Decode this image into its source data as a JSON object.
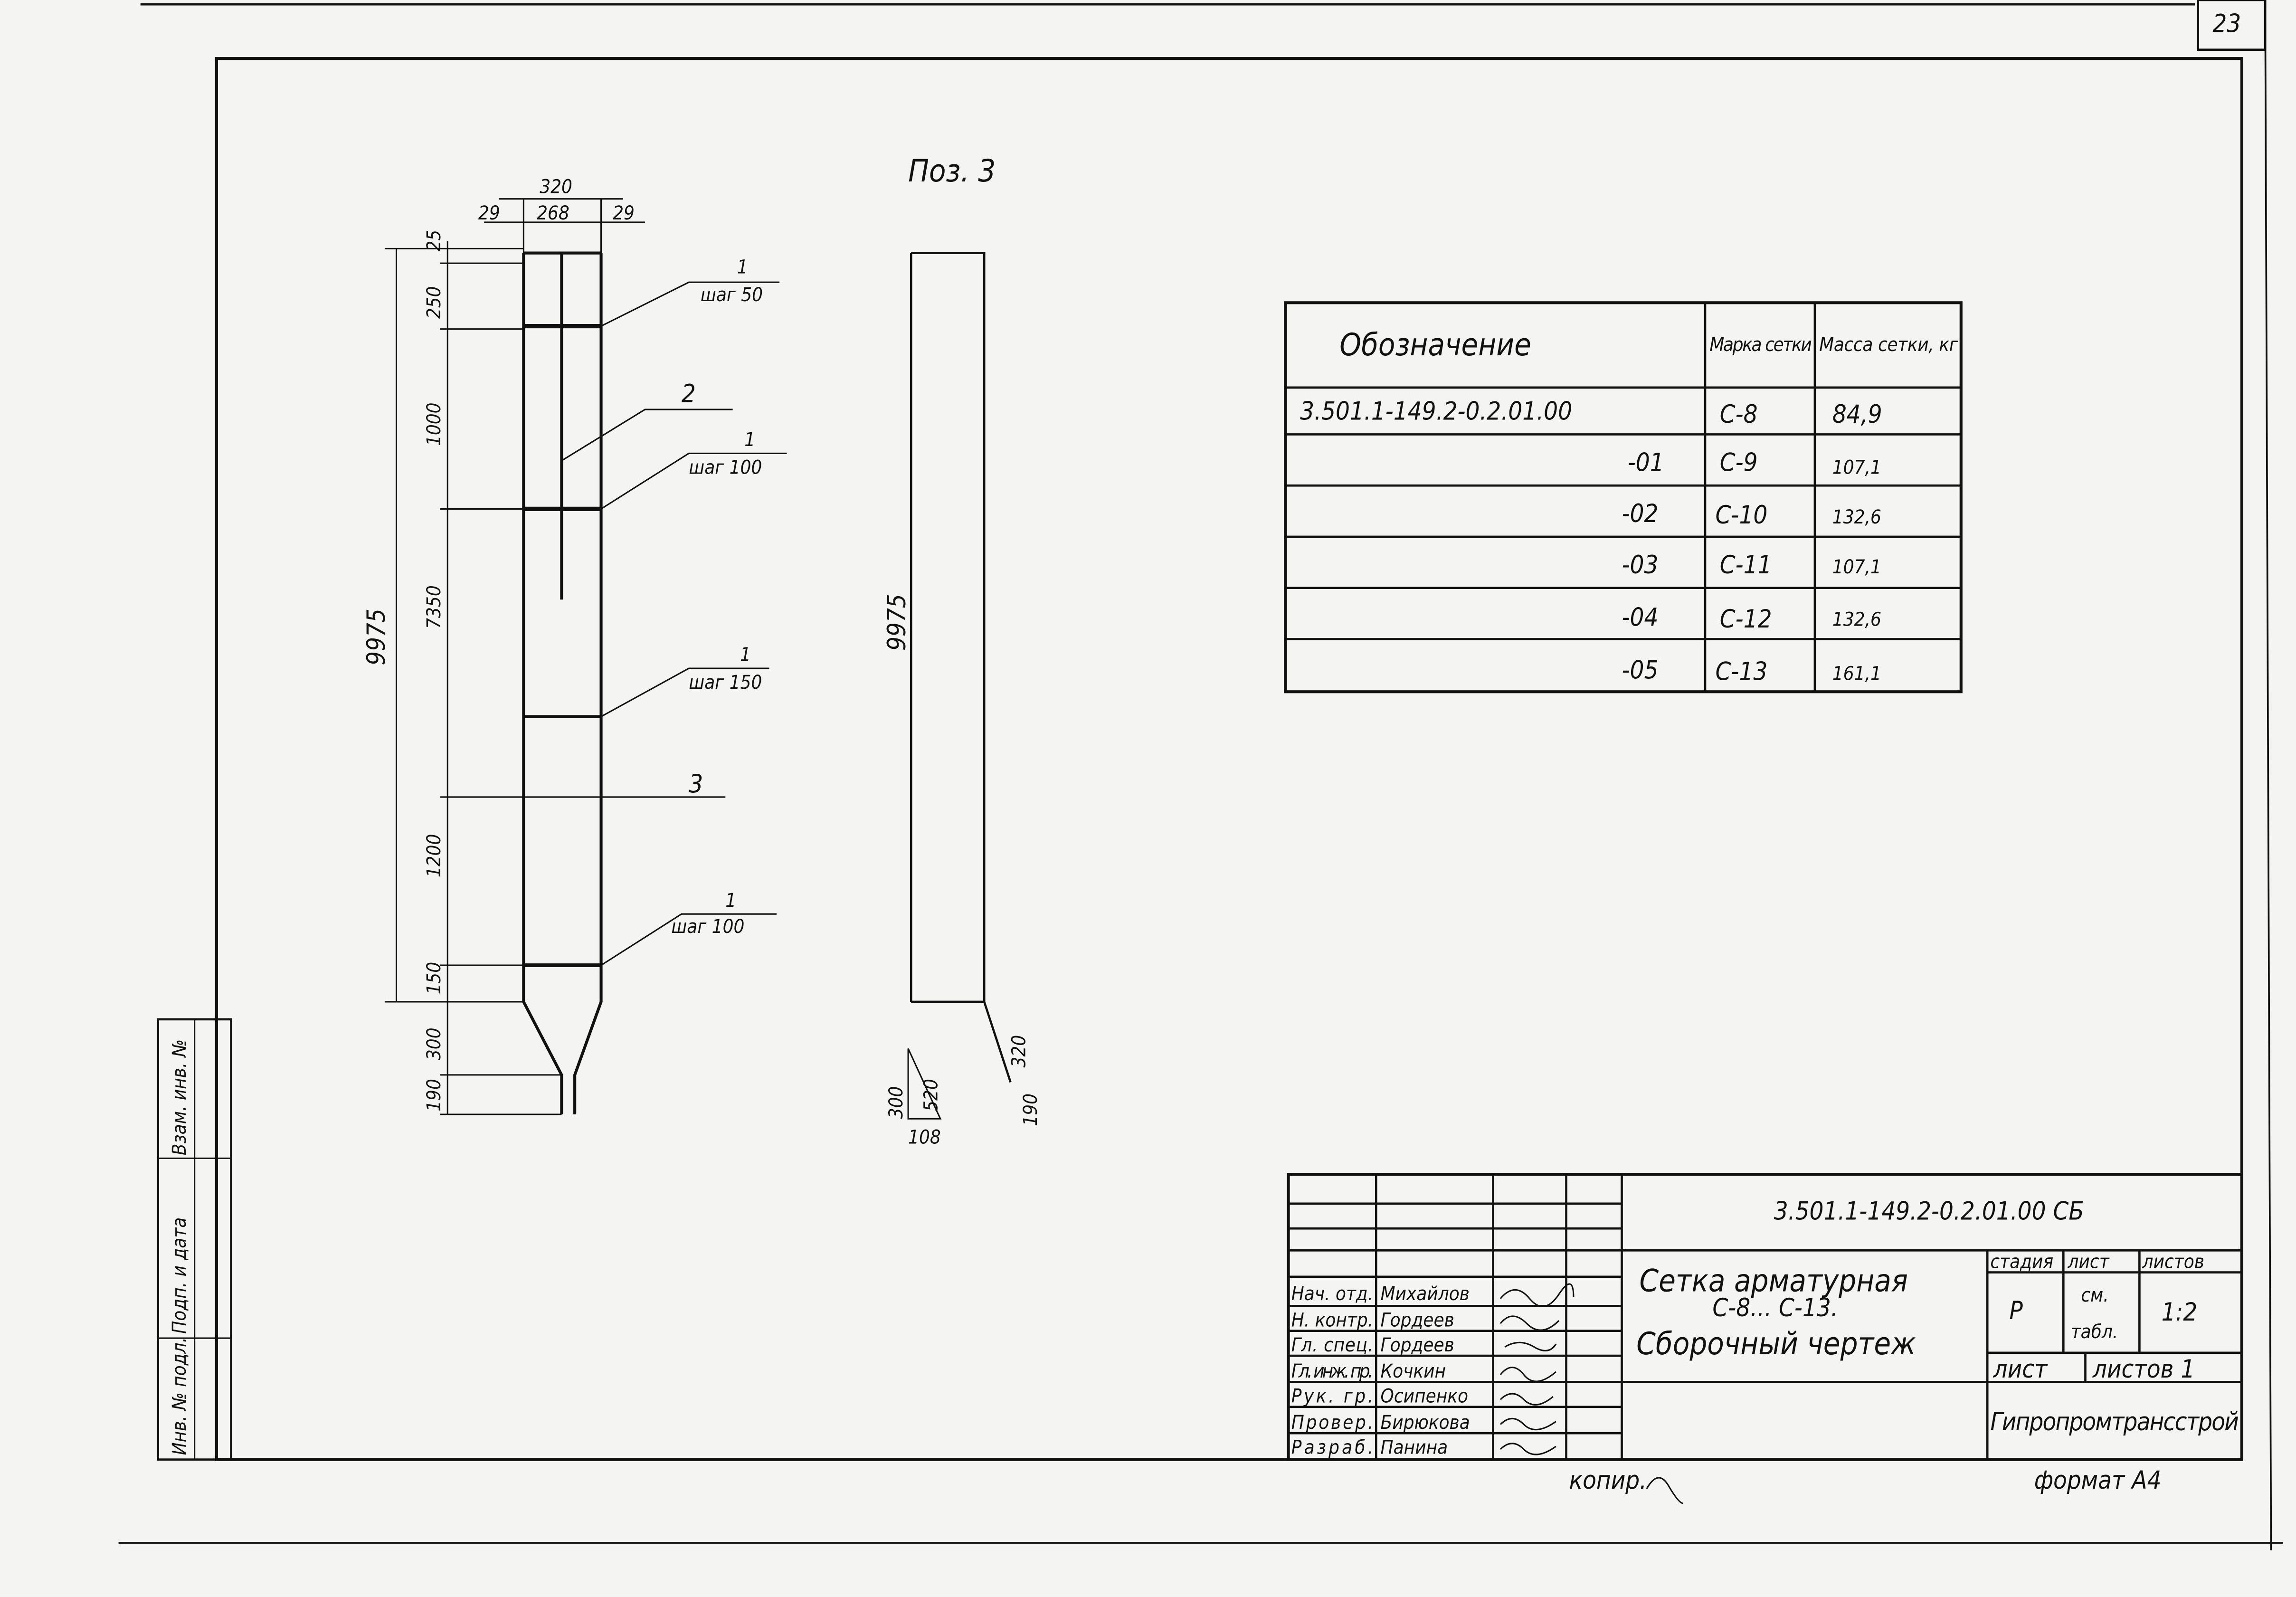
{
  "page_number": "23",
  "position_label": "Поз. 3",
  "left_drawing": {
    "width_total": "320",
    "width_inner": "268",
    "edge_left": "29",
    "edge_right": "29",
    "length_total": "9975",
    "segments": [
      "25",
      "250",
      "1000",
      "7350",
      "1200",
      "150",
      "300",
      "190"
    ],
    "callouts": [
      {
        "num": "1",
        "text": "шаг 50"
      },
      {
        "num": "2",
        "text": ""
      },
      {
        "num": "1",
        "text": "шаг 100"
      },
      {
        "num": "1",
        "text": "шаг 150"
      },
      {
        "num": "3",
        "text": ""
      },
      {
        "num": "1",
        "text": "шаг 100"
      }
    ]
  },
  "right_drawing": {
    "length": "9975",
    "bend": "320",
    "tail": "190",
    "triangle": {
      "a": "300",
      "b": "520",
      "c": "108"
    }
  },
  "spec_table": {
    "headers": [
      "Обозначение",
      "Марка сетки",
      "Масса сетки, кг"
    ],
    "rows": [
      {
        "designation": "3.501.1-149.2-0.2.01.00",
        "mark": "С-8",
        "mass": "84,9"
      },
      {
        "designation": "-01",
        "mark": "С-9",
        "mass": "107,1"
      },
      {
        "designation": "-02",
        "mark": "С-10",
        "mass": "132,6"
      },
      {
        "designation": "-03",
        "mark": "С-11",
        "mass": "107,1"
      },
      {
        "designation": "-04",
        "mark": "С-12",
        "mass": "132,6"
      },
      {
        "designation": "-05",
        "mark": "С-13",
        "mass": "161,1"
      }
    ]
  },
  "title_block": {
    "code": "3.501.1-149.2-0.2.01.00 СБ",
    "title_line1": "Сетка арматурная",
    "title_line2": "С-8... С-13.",
    "title_line3": "Сборочный чертеж",
    "stage_label": "стадия",
    "sheet_label": "лист",
    "sheets_label": "листов",
    "stage": "Р",
    "sheet_value_1": "см.",
    "sheet_value_2": "табл.",
    "sheets_value": "1:2",
    "sheet_row_label": "лист",
    "sheets_row": "листов 1",
    "organization": "Гипропромтрансстрой",
    "people": [
      {
        "role": "Нач. отд.",
        "name": "Михайлов"
      },
      {
        "role": "Н. контр.",
        "name": "Гордеев"
      },
      {
        "role": "Гл. спец.",
        "name": "Гордеев"
      },
      {
        "role": "Гл. инж. пр.",
        "name": "Кочкин"
      },
      {
        "role": "Рук. гр.",
        "name": "Осипенко"
      },
      {
        "role": "Провер.",
        "name": "Бирюкова"
      },
      {
        "role": "Разраб.",
        "name": "Панина"
      }
    ]
  },
  "side_stamp": [
    "Инв. № подл.",
    "Подп. и дата",
    "Взам. инв. №"
  ],
  "footer": {
    "copied": "копир.",
    "format": "формат А4"
  }
}
